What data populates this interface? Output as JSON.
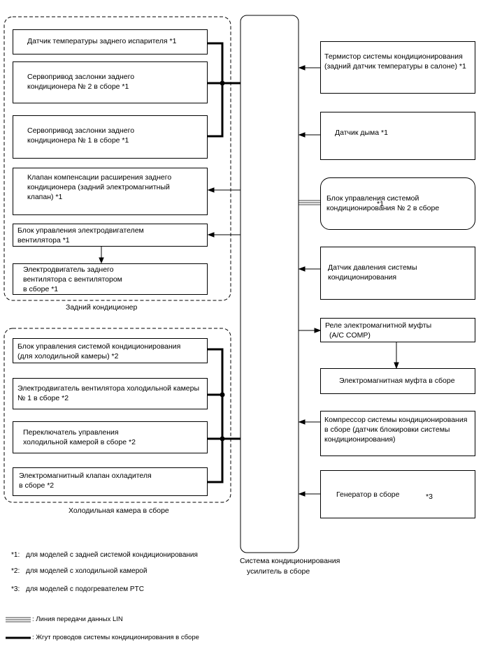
{
  "rear_group": {
    "label": "Задний кондиционер",
    "boxes": [
      {
        "lines": [
          "Датчик температуры заднего испарителя  *1"
        ]
      },
      {
        "lines": [
          "Сервопривод заслонки заднего",
          "кондиционера № 2 в сборе *1"
        ]
      },
      {
        "lines": [
          "Сервопривод заслонки заднего",
          "кондиционера № 1 в сборе  *1"
        ]
      },
      {
        "lines": [
          "Клапан компенсации расширения заднего",
          "кондиционера (задний электромагнитный",
          "клапан)  *1"
        ]
      },
      {
        "lines": [
          "Блок управления электродвигателем",
          "вентилятора  *1"
        ]
      },
      {
        "lines": [
          "Электродвигатель заднего",
          "вентилятора с вентилятором",
          "в сборе  *1"
        ]
      }
    ]
  },
  "cooler_group": {
    "label": "Холодильная камера в сборе",
    "boxes": [
      {
        "lines": [
          "Блок управления системой кондиционирования",
          "(для холодильной камеры) *2"
        ]
      },
      {
        "lines": [
          "Электродвигатель вентилятора холодильной камеры",
          "№ 1 в сборе  *2"
        ]
      },
      {
        "lines": [
          "Переключатель управления",
          "холодильной камерой в сборе  *2"
        ]
      },
      {
        "lines": [
          "Электромагнитный клапан охладителя",
          "в сборе  *2"
        ]
      }
    ]
  },
  "amplifier": {
    "lines": [
      "Система кондиционирования",
      "усилитель в сборе"
    ]
  },
  "right_boxes": [
    {
      "lines": [
        "Термистор системы кондиционирования",
        "(задний датчик температуры в салоне) *1"
      ]
    },
    {
      "lines": [
        "Датчик дыма  *1"
      ]
    },
    {
      "lines": [
        "Блок управления системой",
        "кондиционирования № 2 в сборе"
      ],
      "note": "*1"
    },
    {
      "lines": [
        "Датчик давления системы",
        "кондиционирования"
      ]
    },
    {
      "lines": [
        "Реле электромагнитной муфты",
        "(A/C COMP)"
      ]
    },
    {
      "lines": [
        "Электромагнитная муфта в сборе"
      ]
    },
    {
      "lines": [
        "Компрессор системы кондиционирования",
        "в сборе (датчик блокировки системы",
        "кондиционирования)"
      ]
    },
    {
      "lines": [
        "Генератор в сборе"
      ],
      "note": "*3"
    }
  ],
  "footnotes": [
    {
      "mark": "*1:",
      "text": "для моделей с задней системой кондиционирования"
    },
    {
      "mark": "*2:",
      "text": "для моделей с холодильной камерой"
    },
    {
      "mark": "*3:",
      "text": "для моделей с подогревателем PTC"
    }
  ],
  "legend": [
    {
      "text": ": Линия передачи данных LIN"
    },
    {
      "text": ": Жгут проводов системы кондиционирования в сборе"
    }
  ]
}
